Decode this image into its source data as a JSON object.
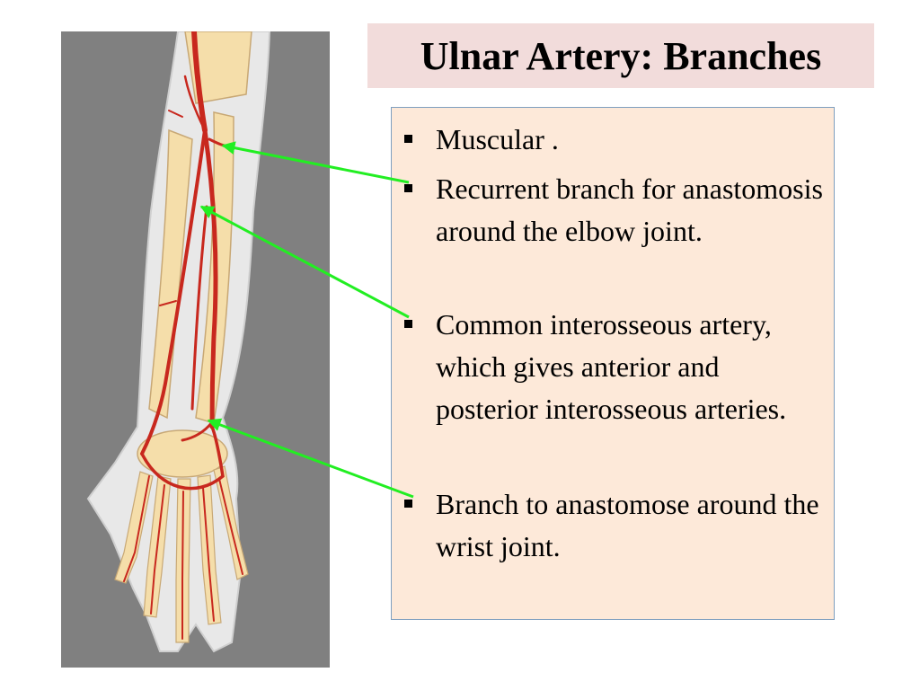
{
  "slide": {
    "title": "Ulnar Artery: Branches",
    "bullets": [
      "Muscular .",
      "Recurrent branch for anastomosis around the elbow joint.",
      "Common interosseous artery, which gives anterior and posterior interosseous arteries.",
      "Branch to anastomose around the wrist joint."
    ]
  },
  "colors": {
    "title_background": "#f2dcdb",
    "content_background": "#fde9d9",
    "figure_background": "#808080",
    "artery": "#c8281e",
    "bone": "#f5deaa",
    "pointer_arrow": "#22ee22"
  },
  "figure": {
    "illustration": "forearm-and-hand-arteries-illustration"
  }
}
